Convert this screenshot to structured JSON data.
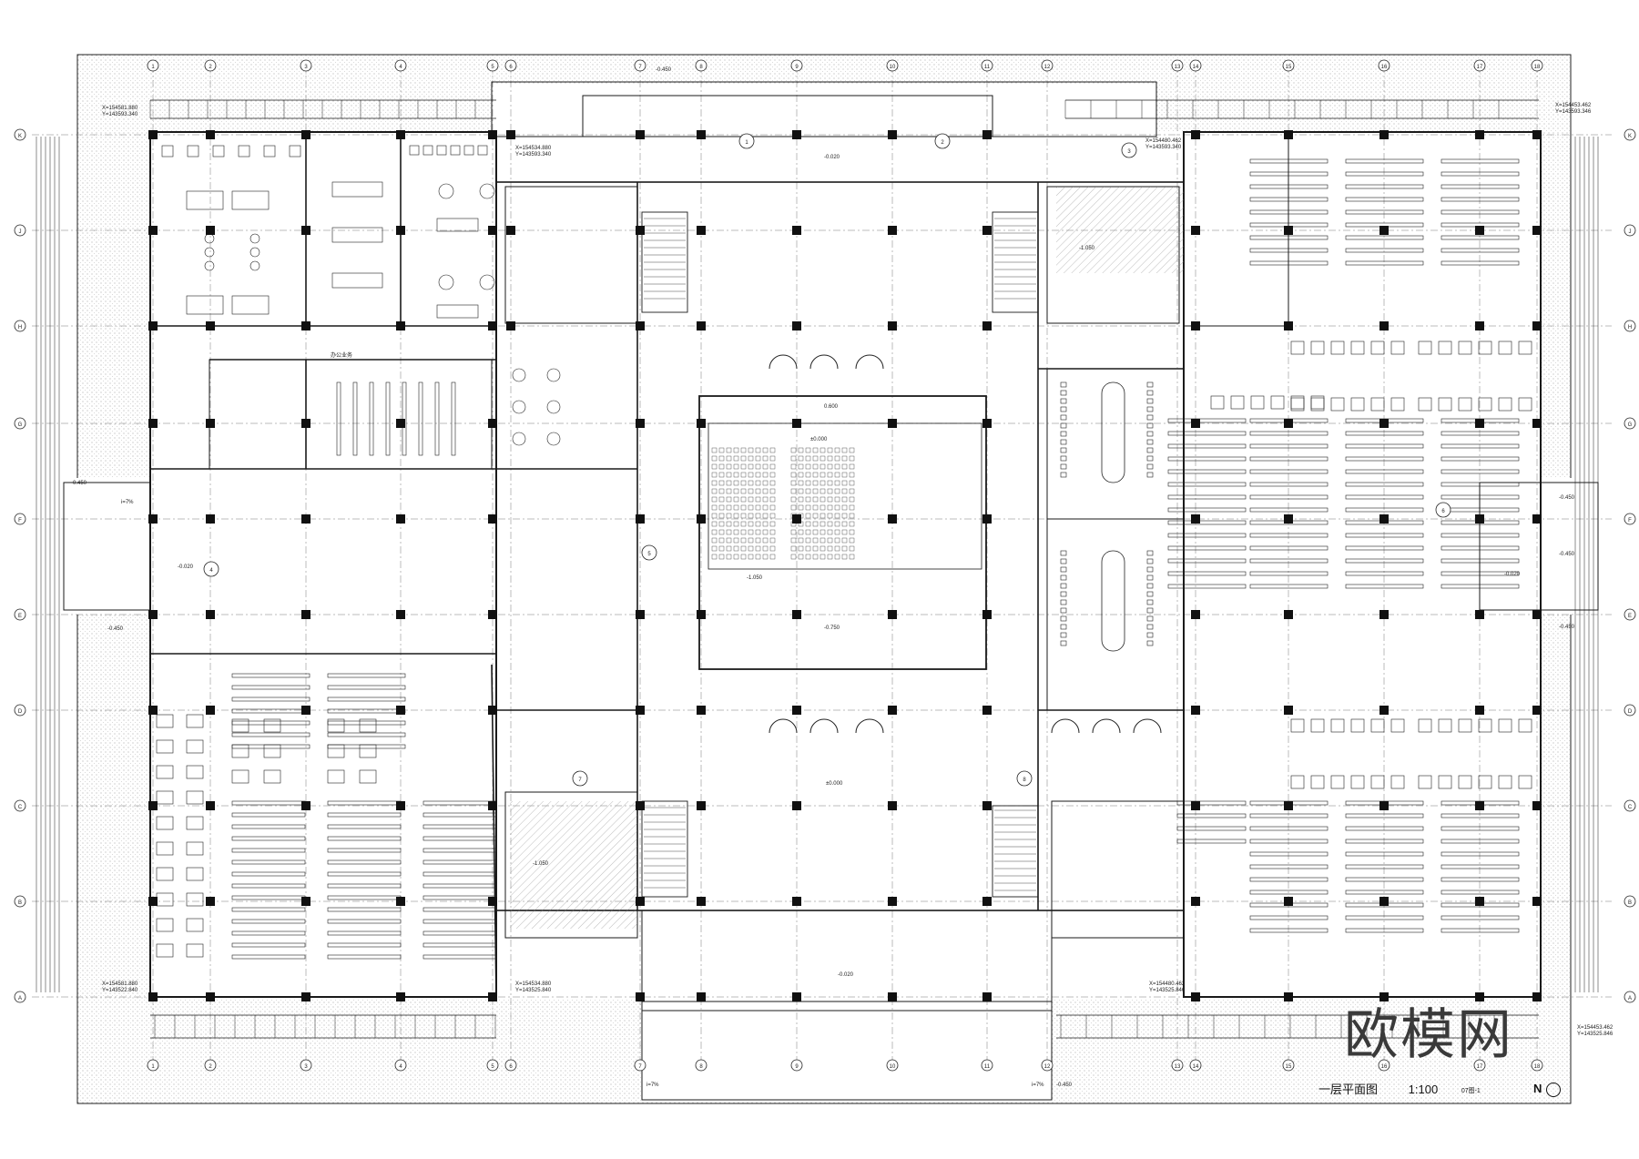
{
  "drawing": {
    "title": "一层平面图",
    "scale": "1:100",
    "sheet_note": "07图-1",
    "watermark": "欧模网",
    "north_label": "N"
  },
  "grid": {
    "columns": [
      "1",
      "2",
      "3",
      "4",
      "5",
      "6",
      "7",
      "8",
      "9",
      "10",
      "11",
      "12",
      "13",
      "14",
      "15",
      "16",
      "17",
      "18"
    ],
    "rows": [
      "A",
      "B",
      "C",
      "D",
      "E",
      "F",
      "G",
      "H",
      "J",
      "K"
    ]
  },
  "room_labels": {
    "corridor_note": "办公业务"
  },
  "levels": {
    "hall": "±0.000",
    "stage_front": "0.600",
    "stage": "-0.750",
    "outside_east": "-0.450",
    "outside_west": "-0.450",
    "entry_north": "-0.450",
    "entry_south": "-0.450",
    "lobby_north": "-0.020",
    "lobby_south": "-0.020",
    "toilet_north": "-1.050",
    "toilet_south": "-1.050",
    "east_hall": "-0.020",
    "west_hall": "-0.020",
    "stair_pit": "-1.050",
    "ramp_note": "i=7%"
  },
  "coordinates": {
    "nw": [
      "X=154581.880",
      "Y=143593.340"
    ],
    "ne": [
      "X=154453.462",
      "Y=143593.346"
    ],
    "sw": [
      "X=154581.880",
      "Y=143522.840"
    ],
    "se": [
      "X=154453.462",
      "Y=143525.846"
    ],
    "mid_nw": [
      "X=154534.880",
      "Y=143593.340"
    ],
    "mid_ne": [
      "X=154480.462",
      "Y=143593.340"
    ],
    "mid_sw": [
      "X=154534.880",
      "Y=143525.840"
    ],
    "mid_se": [
      "X=154480.462",
      "Y=143525.846"
    ]
  },
  "section_marks": [
    "1",
    "2",
    "3",
    "4",
    "5",
    "6",
    "7",
    "8"
  ],
  "colors": {
    "line": "#1a1a1a",
    "column": "#111111",
    "hatch": "#9a9a9a",
    "background": "#ffffff"
  }
}
